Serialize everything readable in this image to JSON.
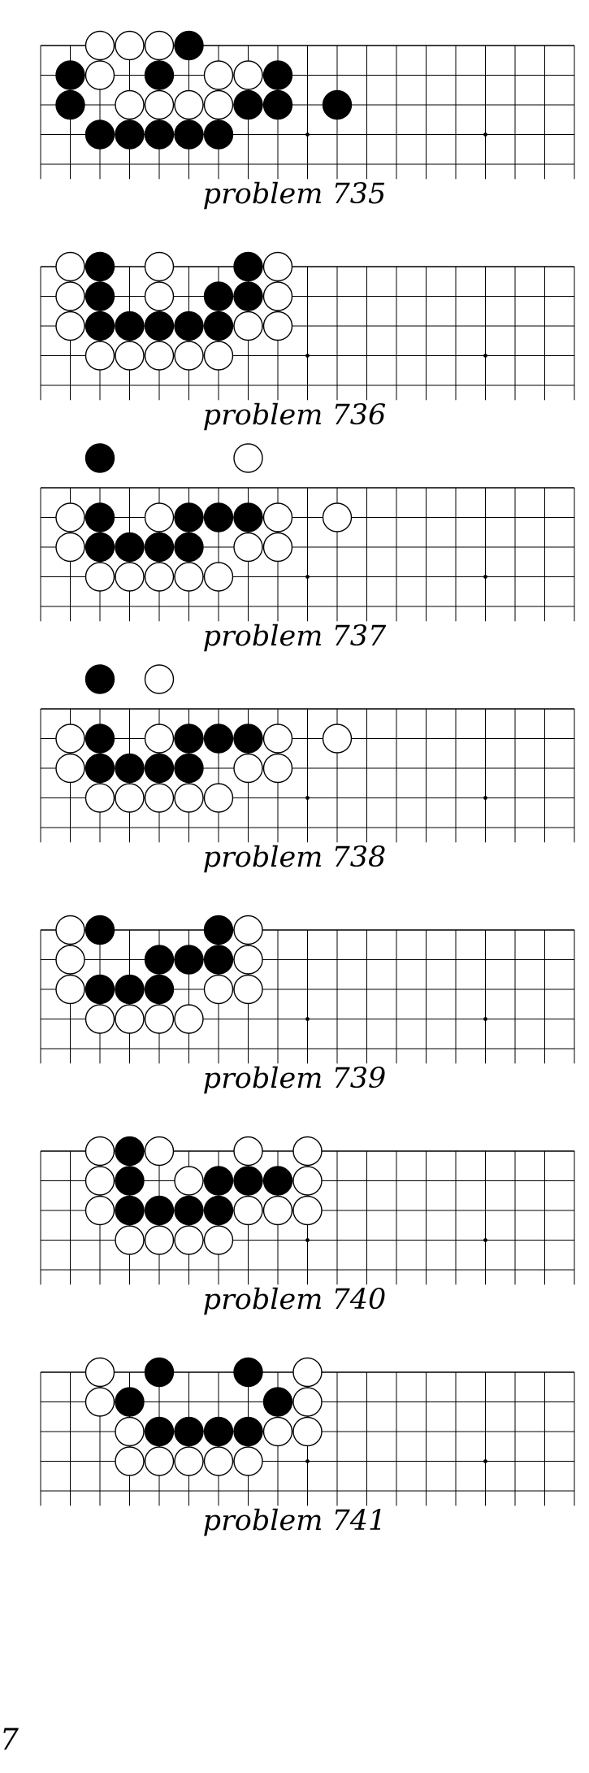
{
  "board": {
    "columns": 19,
    "rows": 5,
    "grid_color": "#000000",
    "black_stone_color": "#000000",
    "white_stone_color": "#ffffff",
    "star_points": [
      [
        9,
        3
      ],
      [
        15,
        3
      ]
    ]
  },
  "problems": [
    {
      "caption": "problem 735",
      "black": [
        [
          5,
          0
        ],
        [
          1,
          1
        ],
        [
          4,
          1
        ],
        [
          8,
          1
        ],
        [
          1,
          2
        ],
        [
          7,
          2
        ],
        [
          8,
          2
        ],
        [
          10,
          2
        ],
        [
          2,
          3
        ],
        [
          3,
          3
        ],
        [
          4,
          3
        ],
        [
          5,
          3
        ],
        [
          6,
          3
        ]
      ],
      "white": [
        [
          2,
          0
        ],
        [
          3,
          0
        ],
        [
          4,
          0
        ],
        [
          2,
          1
        ],
        [
          6,
          1
        ],
        [
          7,
          1
        ],
        [
          3,
          2
        ],
        [
          4,
          2
        ],
        [
          5,
          2
        ],
        [
          6,
          2
        ]
      ]
    },
    {
      "caption": "problem 736",
      "black": [
        [
          2,
          0
        ],
        [
          7,
          0
        ],
        [
          2,
          1
        ],
        [
          6,
          1
        ],
        [
          7,
          1
        ],
        [
          2,
          2
        ],
        [
          3,
          2
        ],
        [
          4,
          2
        ],
        [
          5,
          2
        ],
        [
          6,
          2
        ]
      ],
      "white": [
        [
          1,
          0
        ],
        [
          4,
          0
        ],
        [
          8,
          0
        ],
        [
          1,
          1
        ],
        [
          4,
          1
        ],
        [
          8,
          1
        ],
        [
          1,
          2
        ],
        [
          7,
          2
        ],
        [
          8,
          2
        ],
        [
          2,
          3
        ],
        [
          3,
          3
        ],
        [
          4,
          3
        ],
        [
          5,
          3
        ],
        [
          6,
          3
        ]
      ]
    },
    {
      "caption": "problem 737",
      "black": [
        [
          2,
          -1
        ],
        [
          2,
          1
        ],
        [
          5,
          1
        ],
        [
          6,
          1
        ],
        [
          7,
          1
        ],
        [
          2,
          2
        ],
        [
          3,
          2
        ],
        [
          4,
          2
        ],
        [
          5,
          2
        ]
      ],
      "white": [
        [
          7,
          -1
        ],
        [
          1,
          1
        ],
        [
          4,
          1
        ],
        [
          8,
          1
        ],
        [
          10,
          1
        ],
        [
          1,
          2
        ],
        [
          7,
          2
        ],
        [
          8,
          2
        ],
        [
          2,
          3
        ],
        [
          3,
          3
        ],
        [
          4,
          3
        ],
        [
          5,
          3
        ],
        [
          6,
          3
        ]
      ]
    },
    {
      "caption": "problem 738",
      "black": [
        [
          2,
          -1
        ],
        [
          2,
          1
        ],
        [
          5,
          1
        ],
        [
          6,
          1
        ],
        [
          7,
          1
        ],
        [
          2,
          2
        ],
        [
          3,
          2
        ],
        [
          4,
          2
        ],
        [
          5,
          2
        ]
      ],
      "white": [
        [
          4,
          -1
        ],
        [
          1,
          1
        ],
        [
          4,
          1
        ],
        [
          8,
          1
        ],
        [
          10,
          1
        ],
        [
          1,
          2
        ],
        [
          7,
          2
        ],
        [
          8,
          2
        ],
        [
          2,
          3
        ],
        [
          3,
          3
        ],
        [
          4,
          3
        ],
        [
          5,
          3
        ],
        [
          6,
          3
        ]
      ]
    },
    {
      "caption": "problem 739",
      "black": [
        [
          2,
          0
        ],
        [
          6,
          0
        ],
        [
          4,
          1
        ],
        [
          5,
          1
        ],
        [
          6,
          1
        ],
        [
          2,
          2
        ],
        [
          3,
          2
        ],
        [
          4,
          2
        ]
      ],
      "white": [
        [
          1,
          0
        ],
        [
          7,
          0
        ],
        [
          1,
          1
        ],
        [
          7,
          1
        ],
        [
          1,
          2
        ],
        [
          6,
          2
        ],
        [
          7,
          2
        ],
        [
          2,
          3
        ],
        [
          3,
          3
        ],
        [
          4,
          3
        ],
        [
          5,
          3
        ]
      ]
    },
    {
      "caption": "problem 740",
      "black": [
        [
          3,
          0
        ],
        [
          3,
          1
        ],
        [
          6,
          1
        ],
        [
          7,
          1
        ],
        [
          8,
          1
        ],
        [
          3,
          2
        ],
        [
          4,
          2
        ],
        [
          5,
          2
        ],
        [
          6,
          2
        ]
      ],
      "white": [
        [
          2,
          0
        ],
        [
          4,
          0
        ],
        [
          7,
          0
        ],
        [
          9,
          0
        ],
        [
          2,
          1
        ],
        [
          5,
          1
        ],
        [
          9,
          1
        ],
        [
          2,
          2
        ],
        [
          7,
          2
        ],
        [
          8,
          2
        ],
        [
          9,
          2
        ],
        [
          3,
          3
        ],
        [
          4,
          3
        ],
        [
          5,
          3
        ],
        [
          6,
          3
        ]
      ]
    },
    {
      "caption": "problem 741",
      "black": [
        [
          4,
          0
        ],
        [
          7,
          0
        ],
        [
          3,
          1
        ],
        [
          8,
          1
        ],
        [
          4,
          2
        ],
        [
          5,
          2
        ],
        [
          6,
          2
        ],
        [
          7,
          2
        ]
      ],
      "white": [
        [
          2,
          0
        ],
        [
          9,
          0
        ],
        [
          2,
          1
        ],
        [
          9,
          1
        ],
        [
          3,
          2
        ],
        [
          8,
          2
        ],
        [
          9,
          2
        ],
        [
          3,
          3
        ],
        [
          4,
          3
        ],
        [
          5,
          3
        ],
        [
          6,
          3
        ],
        [
          7,
          3
        ]
      ]
    }
  ],
  "page_number": "7"
}
